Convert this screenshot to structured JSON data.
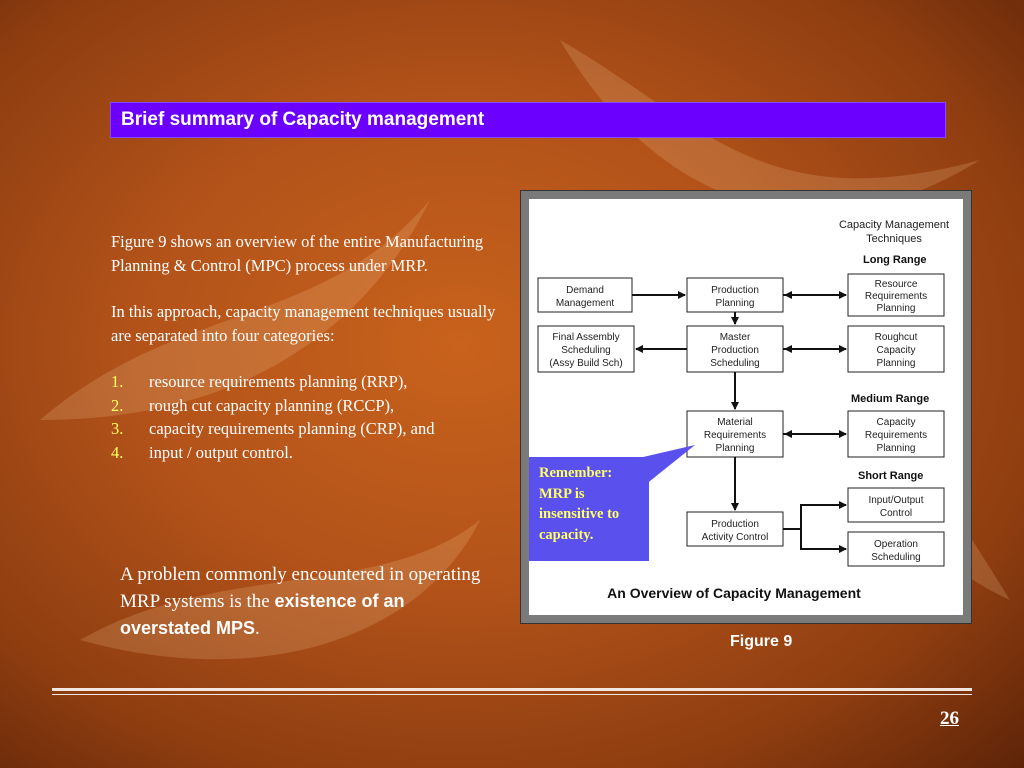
{
  "slide": {
    "title": "Brief summary of Capacity management",
    "paragraphs": [
      "Figure 9 shows an overview of the entire Manufacturing Planning & Control (MPC) process under MRP.",
      "In this approach, capacity management techniques usually are separated into four categories:"
    ],
    "list": [
      {
        "num": "1.",
        "text": "resource requirements planning (RRP),"
      },
      {
        "num": "2.",
        "text": "rough cut capacity planning (RCCP),"
      },
      {
        "num": "3.",
        "text": "capacity requirements planning (CRP), and"
      },
      {
        "num": "4.",
        "text": "input / output control."
      }
    ],
    "problem_text": "A problem commonly encountered in operating MRP systems is the",
    "problem_bold": "existence of an overstated MPS",
    "problem_end": ".",
    "callout": "Remember: MRP is insensitive to capacity.",
    "figure_label": "Figure 9",
    "page_number": "26"
  },
  "diagram": {
    "header_line1": "Capacity Management",
    "header_line2": "Techniques",
    "long_range": "Long Range",
    "medium_range": "Medium Range",
    "short_range": "Short Range",
    "caption": "An Overview of Capacity Management",
    "boxes": {
      "demand": [
        "Demand",
        "Management"
      ],
      "production_planning": [
        "Production",
        "Planning"
      ],
      "rrp": [
        "Resource",
        "Requirements",
        "Planning"
      ],
      "final_assembly": [
        "Final Assembly",
        "Scheduling",
        "(Assy Build Sch)"
      ],
      "mps": [
        "Master",
        "Production",
        "Scheduling"
      ],
      "rccp": [
        "Roughcut",
        "Capacity",
        "Planning"
      ],
      "mrp": [
        "Material",
        "Requirements",
        "Planning"
      ],
      "crp": [
        "Capacity",
        "Requirements",
        "Planning"
      ],
      "pac": [
        "Production",
        "Activity Control"
      ],
      "io": [
        "Input/Output",
        "Control"
      ],
      "ops": [
        "Operation",
        "Scheduling"
      ]
    }
  },
  "colors": {
    "title_bar": "#6b00ff",
    "callout_bg": "#5a50ee",
    "callout_text": "#ffff66",
    "list_number": "#ffff66"
  }
}
